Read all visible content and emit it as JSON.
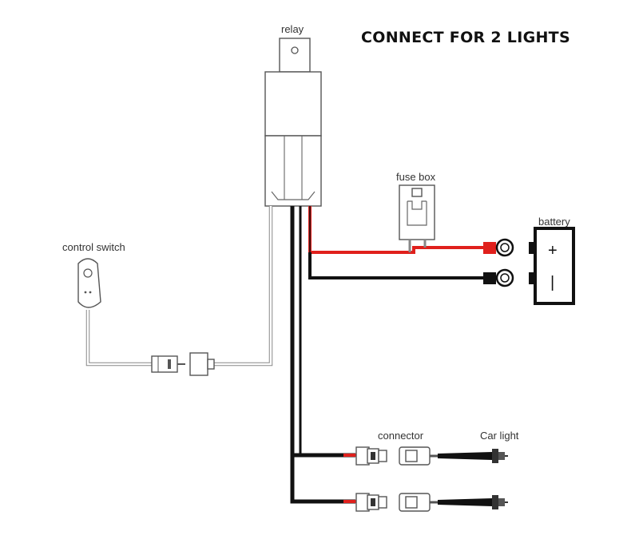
{
  "title": "CONNECT FOR 2 LIGHTS",
  "labels": {
    "relay": "relay",
    "fuse_box": "fuse box",
    "battery": "battery",
    "control_switch": "control switch",
    "connector": "connector",
    "car_light": "Car light",
    "battery_plus": "+",
    "battery_minus": "|"
  },
  "colors": {
    "positive_wire": "#e0201c",
    "ground_wire": "#111111",
    "signal_wire": "#888888"
  }
}
